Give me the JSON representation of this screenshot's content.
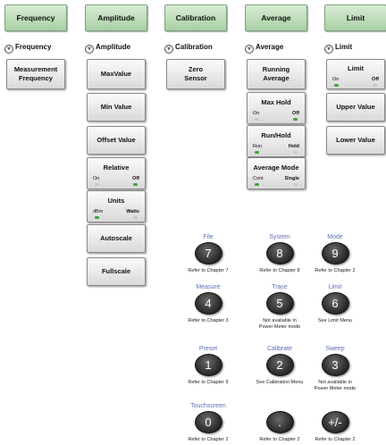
{
  "columns": [
    {
      "header": "Frequency",
      "label": "Frequency",
      "keys": [
        {
          "lines": [
            "Measurement",
            "Frequency"
          ]
        }
      ]
    },
    {
      "header": "Amplitude",
      "label": "Amplitude",
      "keys": [
        {
          "lines": [
            "MaxValue"
          ]
        },
        {
          "lines": [
            "Min Value"
          ]
        },
        {
          "lines": [
            "Offset Value"
          ]
        },
        {
          "lines": [
            "Relative"
          ],
          "opt1": "On",
          "opt2": "Off",
          "active": 2
        },
        {
          "lines": [
            "Units"
          ],
          "opt1": "dBm",
          "opt2": "Watts",
          "active": 1
        },
        {
          "lines": [
            "Autoscale"
          ]
        },
        {
          "lines": [
            "Fullscale"
          ]
        }
      ]
    },
    {
      "header": "Calibration",
      "label": "Calibration",
      "keys": [
        {
          "lines": [
            "Zero",
            "Sensor"
          ]
        }
      ]
    },
    {
      "header": "Average",
      "label": "Average",
      "keys": [
        {
          "lines": [
            "Running",
            "Average"
          ]
        },
        {
          "lines": [
            "Max Hold"
          ],
          "opt1": "On",
          "opt2": "Off",
          "active": 2
        },
        {
          "lines": [
            "Run/Hold"
          ],
          "opt1": "Run",
          "opt2": "Hold",
          "active": 1
        },
        {
          "lines": [
            "Average Mode"
          ],
          "opt1": "Cont",
          "opt2": "Single",
          "active": 1
        }
      ]
    },
    {
      "header": "Limit",
      "label": "Limit",
      "keys": [
        {
          "lines": [
            "Limit"
          ],
          "opt1": "On",
          "opt2": "Off",
          "active": 1
        },
        {
          "lines": [
            "Upper Value"
          ]
        },
        {
          "lines": [
            "Lower Value"
          ]
        }
      ]
    }
  ],
  "keypad": [
    {
      "top": "File",
      "key": "7",
      "note": [
        "Refer to Chapter 7"
      ]
    },
    {
      "top": "System",
      "key": "8",
      "note": [
        "Refer to Chapter 8"
      ]
    },
    {
      "top": "Mode",
      "key": "9",
      "note": [
        "Refer to Chapter 2"
      ]
    },
    {
      "top": "Measure",
      "key": "4",
      "note": [
        "Refer to Chapter 3"
      ]
    },
    {
      "top": "Trace",
      "key": "5",
      "note": [
        "Not available in",
        "Power Meter mode"
      ]
    },
    {
      "top": "Limit",
      "key": "6",
      "note": [
        "See Limit Menu"
      ]
    },
    {
      "top": "Preset",
      "key": "1",
      "note": [
        "Refer to Chapter 9"
      ]
    },
    {
      "top": "Calibrate",
      "key": "2",
      "note": [
        "See Calibration Menu"
      ]
    },
    {
      "top": "Sweep",
      "key": "3",
      "note": [
        "Not available in",
        "Power Meter mode"
      ]
    },
    {
      "top": "Touchscreen",
      "key": "0",
      "note": [
        "Refer to Chapter 2"
      ]
    },
    {
      "top": "",
      "key": ".",
      "note": [
        "Refer to Chapter 2"
      ]
    },
    {
      "top": "",
      "key": "+/-",
      "note": [
        "Refer to Chapter 2"
      ]
    }
  ],
  "colors": {
    "header_top": "#d7ecd3",
    "header_bottom": "#a9cfa4",
    "led_on": "#3aa53a",
    "key_label": "#5b6fb0"
  }
}
